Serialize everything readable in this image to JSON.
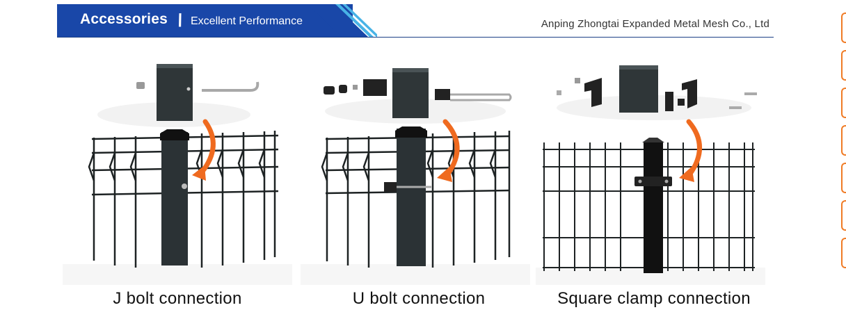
{
  "header": {
    "section_title": "Accessories",
    "separator": "\\",
    "section_subtitle": "Excellent Performance",
    "company_name": "Anping Zhongtai Expanded Metal Mesh Co., Ltd"
  },
  "panels": [
    {
      "caption": "J bolt connection"
    },
    {
      "caption": "U bolt connection"
    },
    {
      "caption": "Square clamp connection"
    }
  ],
  "side_tabs": 7,
  "colors": {
    "banner": "#1947a8",
    "banner_stripe": "#48b3e6",
    "fence": "#1d2223",
    "post": "#2b3235",
    "arrow": "#ef6a1f",
    "side_tab": "#f07b25"
  }
}
